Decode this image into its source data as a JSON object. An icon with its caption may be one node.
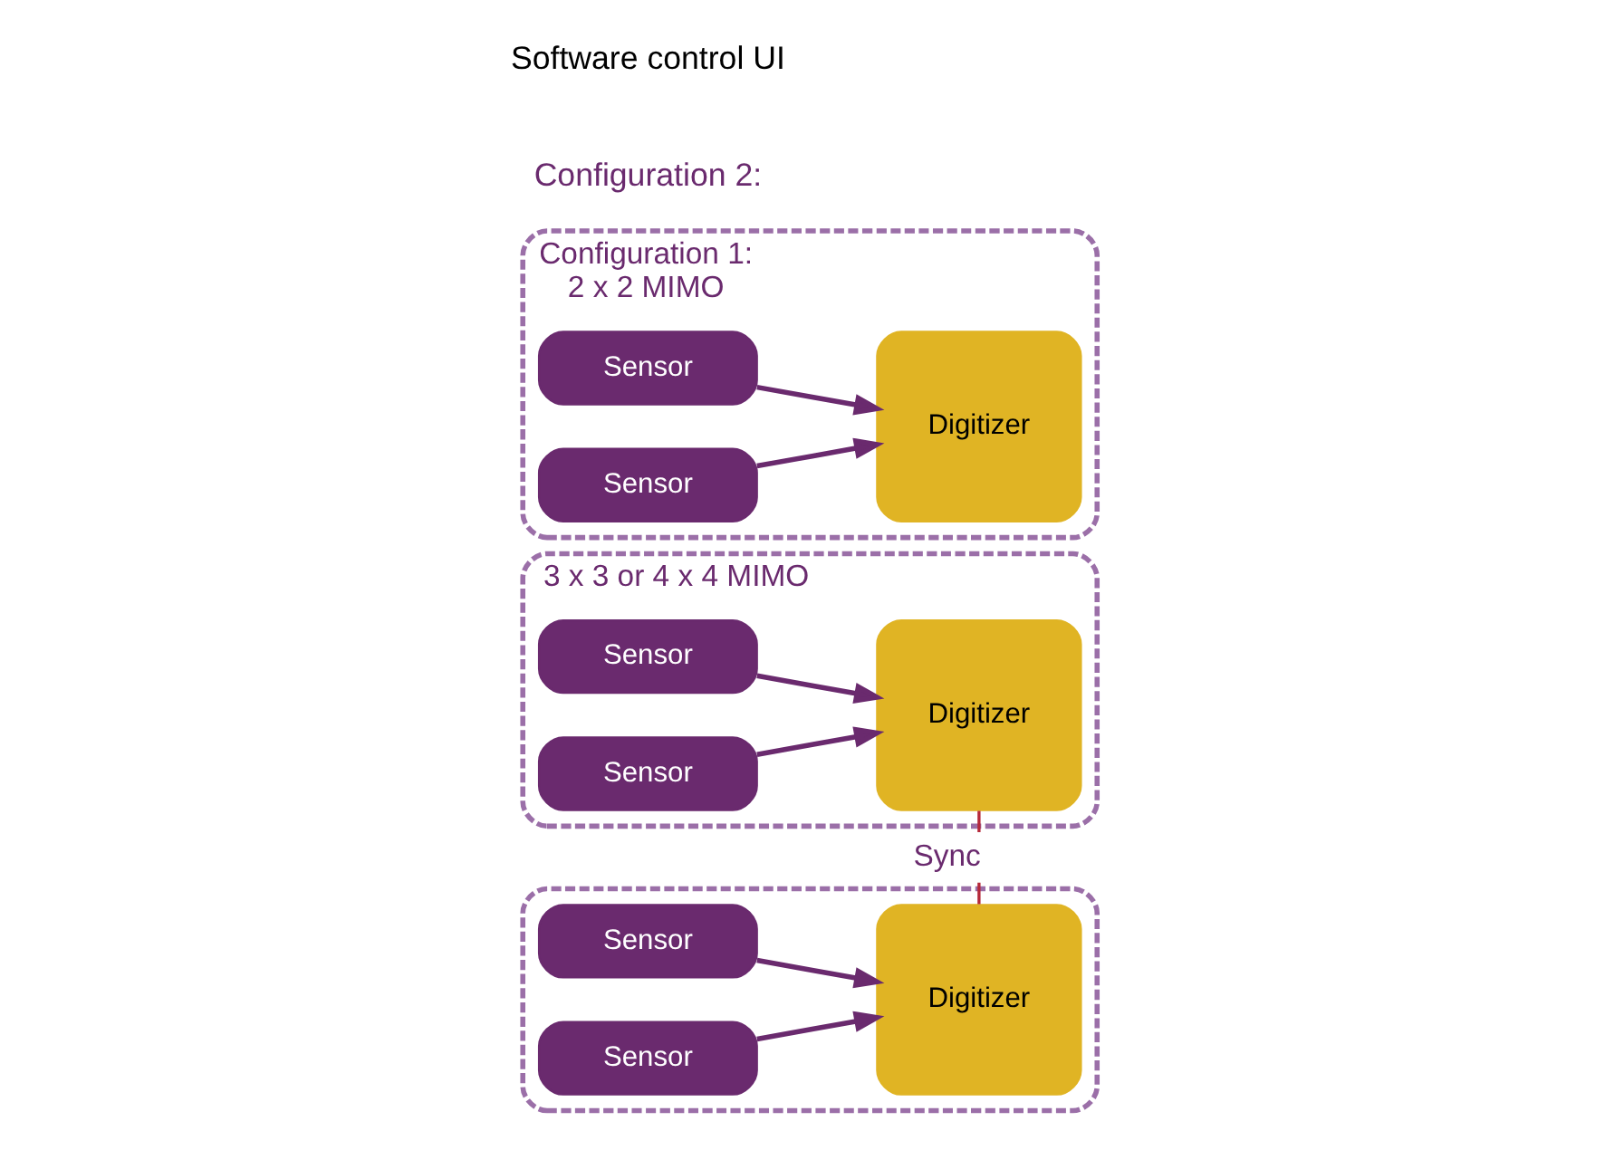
{
  "diagram": {
    "nodes": [
      {
        "text": [],
        "shape": "box",
        "beside": [
          "Configuration 1:",
          "2 x 2 MIMO"
        ]
      },
      {
        "text": [
          "Sensor"
        ],
        "in": 0
      },
      {
        "text": [
          "Sensor"
        ],
        "in": 0
      },
      {
        "text": [
          "Digitizer"
        ],
        "in": 0
      },
      {
        "text": [],
        "shape": "box",
        "beside": [
          "3 x 3 or 4 x 4 MIMO"
        ]
      },
      {
        "text": [
          "Sensor"
        ],
        "in": 4
      },
      {
        "text": [
          "Sensor"
        ],
        "in": 4
      },
      {
        "text": [
          "Digitizer"
        ],
        "in": 4
      },
      {
        "text": [],
        "shape": "box"
      },
      {
        "text": [
          "Sensor"
        ],
        "in": 8
      },
      {
        "text": [
          "Sensor"
        ],
        "in": 8
      },
      {
        "text": [
          "Digitizer"
        ],
        "in": 8
      }
    ],
    "edges": [
      {
        "from": 1,
        "to": 3,
        "arrow": "to"
      },
      {
        "from": 2,
        "to": 3,
        "arrow": "to"
      },
      {
        "from": 5,
        "to": 7,
        "arrow": "to"
      },
      {
        "from": 6,
        "to": 7,
        "arrow": "to"
      },
      {
        "from": 9,
        "to": 11,
        "arrow": "to"
      },
      {
        "from": 10,
        "to": 11,
        "arrow": "to"
      },
      {
        "from": 7,
        "to": 11,
        "arrow": "none",
        "label": "Sync",
        "color": "#b5283a"
      }
    ],
    "labels": [
      "Configuration 2:",
      "Software control UI"
    ]
  }
}
